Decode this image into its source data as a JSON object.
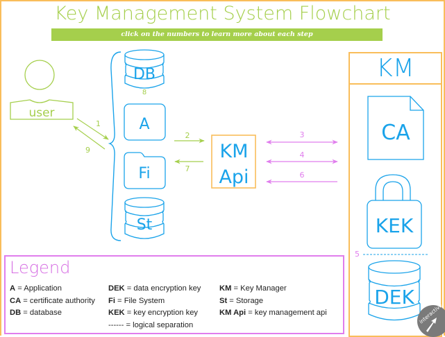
{
  "header": {
    "title": "Key Management System Flowchart",
    "subtitle": "click on the numbers to learn more about each step"
  },
  "colors": {
    "frame": "#f9bd5a",
    "green": "#a5cf4c",
    "blue": "#1aa3ea",
    "magenta": "#e07ded",
    "legend_title": "#d66ee3",
    "badge": "#7a7a7a"
  },
  "nodes": {
    "user": "user",
    "db": "DB",
    "app": "A",
    "fs": "Fi",
    "storage": "St",
    "km_api_line1": "KM",
    "km_api_line2": "Api",
    "km": "KM",
    "ca": "CA",
    "kek": "KEK",
    "dek": "DEK"
  },
  "steps": {
    "s1": "1",
    "s2": "2",
    "s3": "3",
    "s4": "4",
    "s5": "5",
    "s6": "6",
    "s7": "7",
    "s8": "8",
    "s9": "9"
  },
  "legend": {
    "title": "Legend",
    "columns": [
      [
        {
          "term": "A",
          "def": " = Application"
        },
        {
          "term": "CA",
          "def": " = certificate authority"
        },
        {
          "term": "DB",
          "def": " = database"
        }
      ],
      [
        {
          "term": "DEK",
          "def": " = data encryption key"
        },
        {
          "term": "Fi",
          "def": " = File System"
        },
        {
          "term": "KEK",
          "def": " = key encryption key"
        },
        {
          "term": "------",
          "def": " = logical separation"
        }
      ],
      [
        {
          "term": "KM",
          "def": " = Key Manager"
        },
        {
          "term": "St",
          "def": " = Storage"
        },
        {
          "term": "KM Api",
          "def": " = key management api"
        }
      ]
    ]
  },
  "badge": {
    "label": "interactive",
    "icon": "cursor-arrow-icon"
  }
}
